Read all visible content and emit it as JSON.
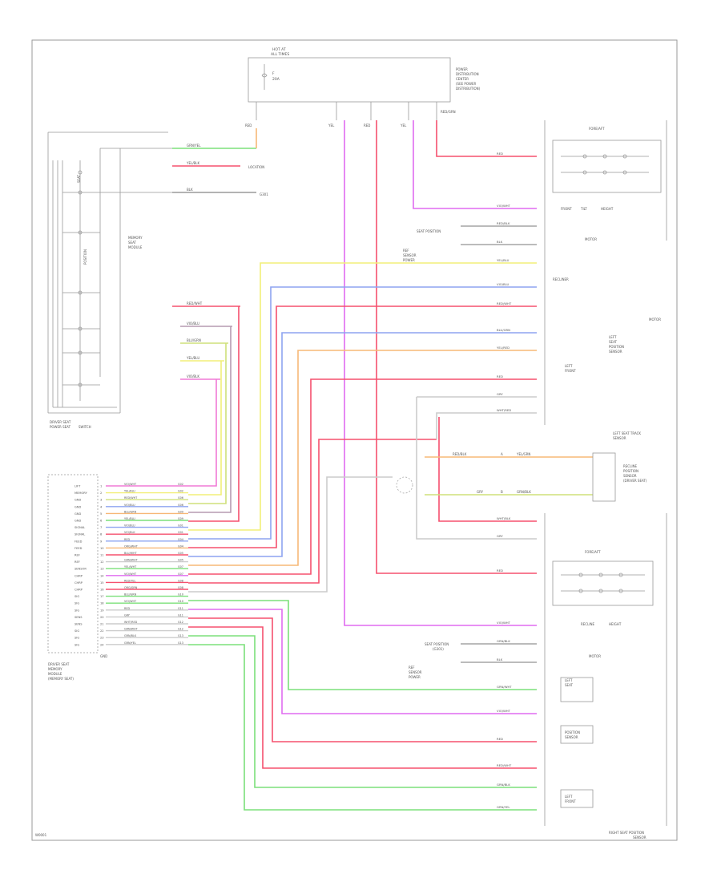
{
  "colors": {
    "border": "#9a9a9a",
    "text": "#555555",
    "red": "#f5506e",
    "pink": "#f07ad6",
    "violet": "#e06cf0",
    "yellow": "#f2ef78",
    "blue": "#8ea4f0",
    "green": "#7be07a",
    "orange": "#f7b877",
    "gray": "#bdbdbd",
    "olive": "#cfe07a"
  },
  "title_block": {
    "lines": [
      "HOT AT",
      "ALL TIMES"
    ],
    "side_note": [
      "POWER",
      "DISTRIBUTION",
      "CENTER",
      "(SEE POWER",
      "DISTRIBUTION)"
    ]
  },
  "top_fuse": {
    "fuse": "F",
    "amps": "20A"
  },
  "top_feed_labels": [
    "RED",
    "YEL",
    "RED",
    "YEL",
    "RED/GRN"
  ],
  "switch_group_left": {
    "caption": [
      "DRIVER SEAT",
      "POWER SEAT",
      "SWITCH"
    ],
    "inner": [
      "SEAT",
      "POSITION"
    ],
    "notes": [
      "MEMORY",
      "SEAT",
      "MODULE"
    ],
    "wire_labels": [
      "GRN/YEL",
      "YEL/BLK",
      "BLK"
    ]
  },
  "left_top_wire_notes": [
    "LOCATION",
    "G301"
  ],
  "mid_left_wire_labels": [
    "RED/WHT",
    "VIO/BLU",
    "BLU/GRN",
    "YEL/BLU",
    "VIO/BLK"
  ],
  "memory_seat_module": {
    "caption": [
      "DRIVER SEAT",
      "MEMORY",
      "MODULE",
      "(MEMORY SEAT)"
    ],
    "pin_numbers": [
      "1",
      "2",
      "3",
      "4",
      "5",
      "6",
      "7",
      "8",
      "9",
      "10",
      "11",
      "12",
      "13",
      "14",
      "15",
      "16",
      "17",
      "18",
      "19",
      "20",
      "21",
      "22",
      "23",
      "24"
    ],
    "pin_names": [
      "LIFT",
      "MEMORY",
      "GND",
      "GND",
      "GND",
      "GND",
      "SIGNAL",
      "SIGNAL",
      "FEED",
      "FEED",
      "REF",
      "REF",
      "SENSOR",
      "CHRP",
      "CHRP",
      "CHRP",
      "SIG",
      "SIG",
      "SIG",
      "SENS",
      "SENS",
      "SIG",
      "SIG",
      "SIG"
    ],
    "wire_labels": [
      "VIO/WHT",
      "YEL/BLU",
      "RED/WHT",
      "VIO/BLU",
      "BLU/GRN",
      "YEL/BLU",
      "VIO/BLU",
      "VIO/BLK",
      "RED",
      "ORG/WHT",
      "BLU/WHT",
      "GRN/WHT",
      "YEL/WHT",
      "VIO/WHT",
      "RED/YEL",
      "ORG/GRN",
      "BLU/GRN",
      "VIO/WHT",
      "RED",
      "GRY",
      "WHT/RED",
      "GRN/WHT",
      "GRN/BLK",
      "GRN/YEL"
    ],
    "circuit_ids": [
      "G02",
      "G02",
      "G06",
      "G06",
      "G09",
      "G09",
      "G01",
      "G01",
      "G04",
      "G04",
      "G05",
      "G05",
      "G07",
      "G07",
      "G08",
      "G08",
      "G10",
      "G10",
      "G11",
      "G11",
      "G12",
      "G12",
      "G13",
      "G13"
    ],
    "bottom": "GND"
  },
  "right_top_motor": {
    "header": "FORE/AFT",
    "labels": [
      "FRONT",
      "TILT",
      "HEIGHT"
    ],
    "caption": [
      "SEAT TRACK",
      "POSITION"
    ],
    "note": "MOTOR"
  },
  "right_wires": [
    "RED",
    "VIO/WHT",
    "RED/BLK",
    "BLK",
    "YEL/BLU",
    "VIO/BLU",
    "RED/WHT",
    "BLU/GRN",
    "YEL/RED",
    "RED",
    "GRY",
    "WHT/RED",
    "WHT/BLK",
    "GRY"
  ],
  "right_notes": {
    "grounds_a": [
      "SEAT POSITION",
      "(G301)"
    ],
    "grounds_b": [
      "REF",
      "SENSOR",
      "POWER"
    ],
    "recliner": "RECLINER",
    "sensor": [
      "LEFT",
      "SEAT",
      "POSITION",
      "SENSOR"
    ],
    "recliner_motor": "MOTOR",
    "lumbar": [
      "LEFT",
      "FRONT"
    ],
    "sensor_block": [
      "LEFT SEAT TRACK",
      "SENSOR"
    ]
  },
  "mid_right_module": {
    "caption": [
      "LEFT SEAT POSITION",
      "SENSOR"
    ],
    "side": [
      "RECLINE",
      "POSITION",
      "SENSOR",
      "(DRIVER SEAT)"
    ],
    "wires": [
      "RED/BLK",
      "GRY"
    ],
    "pin": [
      "A",
      "B"
    ],
    "labels": [
      "YEL/GRN",
      "GRN/BLK"
    ]
  },
  "lower_right_motor": {
    "header": "FORE/AFT",
    "labels": [
      "RECLINE",
      "HEIGHT"
    ],
    "note": "MOTOR",
    "caption": [
      "RIGHT SEAT POSITION",
      "SENSOR"
    ]
  },
  "lower_right_wires": [
    "RED",
    "VIO/WHT",
    "GRN/BLK",
    "BLK",
    "GRN/WHT",
    "VIO/WHT",
    "RED",
    "RED/WHT",
    "GRN/BLK",
    "GRN/YEL"
  ],
  "lower_notes": {
    "ground": [
      "SEAT POSITION",
      "(G301)"
    ],
    "ref": [
      "REF",
      "SENSOR",
      "POWER"
    ],
    "sensor": [
      "LEFT",
      "SEAT",
      "POSITION",
      "SENSOR"
    ],
    "motor": [
      "LEFT",
      "FRONT"
    ],
    "bottom_caption": [
      "RIGHT SEAT POSITION",
      "SENSOR"
    ]
  },
  "footer_code": "W0001"
}
